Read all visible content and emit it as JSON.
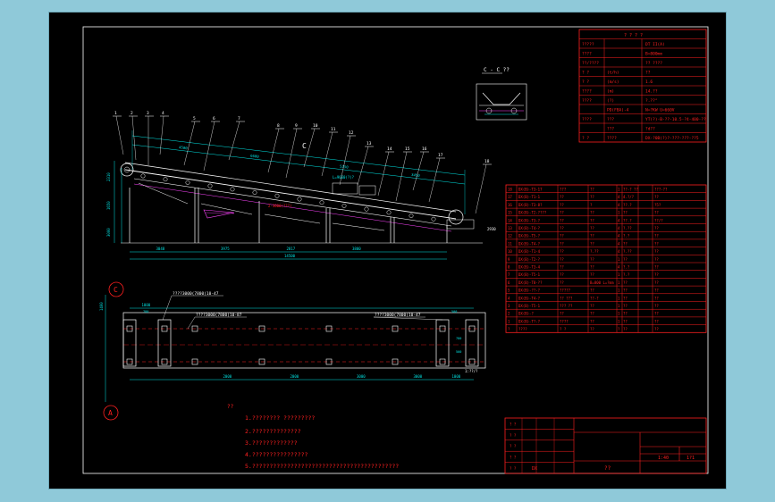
{
  "colors": {
    "background": "#8fc9d9",
    "viewport": "#000000",
    "frame": "#ffffff",
    "table": "#ff2020",
    "geometry": "#ffffff",
    "dimension": "#00e5e5",
    "hatch": "#ff44ff",
    "accent": "#ff2020"
  },
  "spec_table": {
    "title": "? ? ? ?",
    "rows": [
      {
        "k": "?????",
        "u": "",
        "v": "DT II(A)"
      },
      {
        "k": "????",
        "u": "",
        "v": "B=800mm"
      },
      {
        "k": "??/????",
        "u": "",
        "v": "?? ????"
      },
      {
        "k": "? ?",
        "u": "(t/h)",
        "v": "??"
      },
      {
        "k": "? ?",
        "u": "(m/s)",
        "v": "1.6"
      },
      {
        "k": "????",
        "u": "(m)",
        "v": "14.??"
      },
      {
        "k": "????",
        "u": "(?)",
        "v": "?.??°"
      },
      {
        "k": "",
        "u": "PD(FBA)-4",
        "v": "N=?KW  U=660V"
      },
      {
        "k": "????",
        "u": "???",
        "v": "YT(?)-B-??-10.5-?4-400-??"
      },
      {
        "k": "",
        "u": "???",
        "v": "?d??"
      },
      {
        "k": "? ?",
        "u": "????",
        "v": "DX-?0B(?)?-???-???-??5"
      }
    ]
  },
  "section_label": "C - C ??",
  "side_view": {
    "balloons": [
      "1",
      "2",
      "3",
      "4",
      "5",
      "6",
      "7",
      "8",
      "9",
      "10",
      "11",
      "12",
      "13",
      "14",
      "15",
      "16",
      "17",
      "18"
    ],
    "dims_bottom": [
      "3048",
      "3975",
      "2817",
      "3800"
    ],
    "dim_total": "14500",
    "dims_vertical": [
      "2310",
      "1650",
      "3000"
    ],
    "dims_top": [
      "4500",
      "6600",
      "5250",
      "3450"
    ],
    "slope_note": "L=9660(?)?",
    "red_note": "2-3000(???)",
    "height_label": "2930"
  },
  "plan_view": {
    "marker_top": "C",
    "marker_bottom": "A",
    "notes": [
      "????3000(7800)10-47",
      "????3000(7800)10-87",
      "????3000(7800)10-47"
    ],
    "dims": [
      "2000",
      "2000",
      "1000",
      "3000",
      "3000",
      "1000"
    ],
    "side_dim": "1400",
    "small_dims": [
      "780",
      "500",
      "780",
      "500"
    ],
    "label_br": "1:??/?"
  },
  "tech_notes": {
    "title": "??",
    "lines": [
      "1.????????  ?????????",
      "2.??????????????",
      "3.?????????????",
      "4.????????????????",
      "5.??????????????????????????????????????????"
    ]
  },
  "bom": {
    "rows": [
      [
        "18",
        "DX(B)-T3-17",
        "???",
        "??",
        "1",
        "??-? ??",
        "???-??"
      ],
      [
        "17",
        "DX(B)-T1-1",
        "??",
        "??",
        "4",
        "4.?/?",
        "??"
      ],
      [
        "16",
        "DX(B)-T3-8?",
        "??",
        "?",
        "4",
        "??.?",
        "?5?"
      ],
      [
        "15",
        "DX(B)-T2-????",
        "??",
        "??",
        "1",
        "??",
        "??"
      ],
      [
        "14",
        "DX(B)-T3-?",
        "??",
        "??",
        "4",
        "??.?",
        "??/?"
      ],
      [
        "13",
        "DX(B)-T4-?",
        "??",
        "??",
        "4",
        "?.??",
        "??"
      ],
      [
        "12",
        "DX(B)-T5-?",
        "??",
        "??",
        "4",
        "?.?",
        "??"
      ],
      [
        "11",
        "DX(B)-T4-?",
        "??",
        "??",
        "4",
        "??",
        "??"
      ],
      [
        "10",
        "DX(B)-T1-4",
        "??",
        "?.??",
        "4",
        "?.??",
        "??"
      ],
      [
        "9",
        "DX(B)-T2-?",
        "??",
        "??",
        "1",
        "??",
        "??"
      ],
      [
        "8",
        "DX(B)-T3-4",
        "??",
        "??",
        "4",
        "?.?",
        "??"
      ],
      [
        "7",
        "DX(B)-T5-1",
        "??",
        "??",
        "1",
        "?.?",
        "??"
      ],
      [
        "6",
        "DX(B)-T8-??",
        "??",
        "B=800 L=?mm",
        "1",
        "??",
        "??"
      ],
      [
        "5",
        "DX(B)-??-?",
        "?????",
        "??",
        "1",
        "??",
        "??"
      ],
      [
        "4",
        "DX(B)-T4-?",
        "?? ???",
        "??-?",
        "1",
        "??",
        "??"
      ],
      [
        "3",
        "DX(B)-T5-1",
        "??? ??",
        "??",
        "1",
        "??",
        "??"
      ],
      [
        "2",
        "DX(B)-?",
        "??",
        "??",
        "1",
        "??",
        "??"
      ],
      [
        "1",
        "DX(B)-T?-?",
        "????",
        "??",
        "1",
        "??",
        "??"
      ]
    ],
    "header": [
      "?",
      "????",
      "? ?",
      "??",
      "?",
      "??",
      "??"
    ]
  },
  "title_block": {
    "rows": [
      "? ?",
      "? ?",
      "? ?",
      "? ?",
      "? ?"
    ],
    "company": "",
    "drawing_title": "??",
    "scale": "1:40",
    "sheet": "1?1",
    "drawing_no": "DX"
  }
}
